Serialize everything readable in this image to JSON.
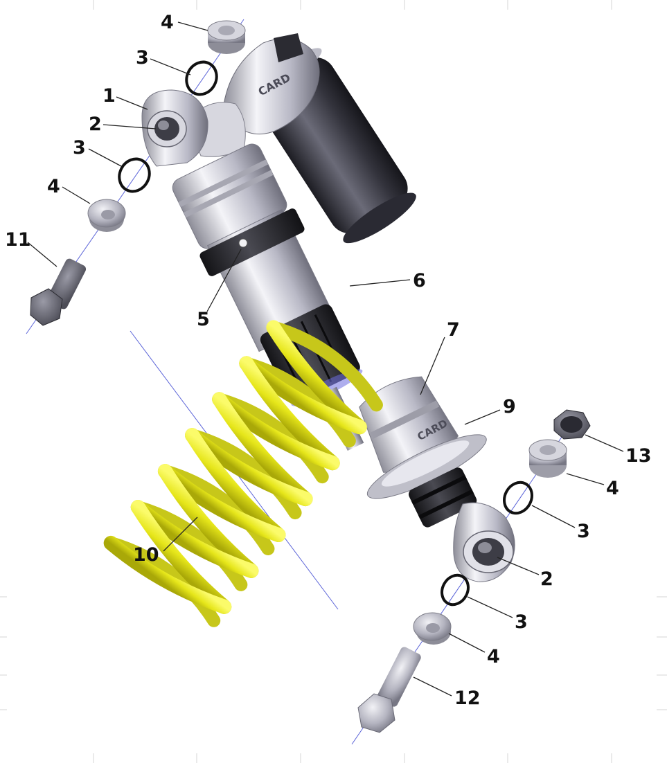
{
  "diagram": {
    "callouts": [
      {
        "id": "c1",
        "label": "1"
      },
      {
        "id": "c2a",
        "label": "2"
      },
      {
        "id": "c2b",
        "label": "2"
      },
      {
        "id": "c3a",
        "label": "3"
      },
      {
        "id": "c3b",
        "label": "3"
      },
      {
        "id": "c3c",
        "label": "3"
      },
      {
        "id": "c3d",
        "label": "3"
      },
      {
        "id": "c4a",
        "label": "4"
      },
      {
        "id": "c4b",
        "label": "4"
      },
      {
        "id": "c4c",
        "label": "4"
      },
      {
        "id": "c4d",
        "label": "4"
      },
      {
        "id": "c5",
        "label": "5"
      },
      {
        "id": "c6",
        "label": "6"
      },
      {
        "id": "c7",
        "label": "7"
      },
      {
        "id": "c9",
        "label": "9"
      },
      {
        "id": "c10",
        "label": "10"
      },
      {
        "id": "c11",
        "label": "11"
      },
      {
        "id": "c12",
        "label": "12"
      },
      {
        "id": "c13",
        "label": "13"
      }
    ],
    "brand_marks": [
      "CARD",
      "CARD"
    ],
    "colors": {
      "spring": "#e9ea1c",
      "body": "#c9c9d2",
      "reservoir": "#3a3a44",
      "collar": "#222226",
      "axis": "#5a63d8"
    }
  }
}
